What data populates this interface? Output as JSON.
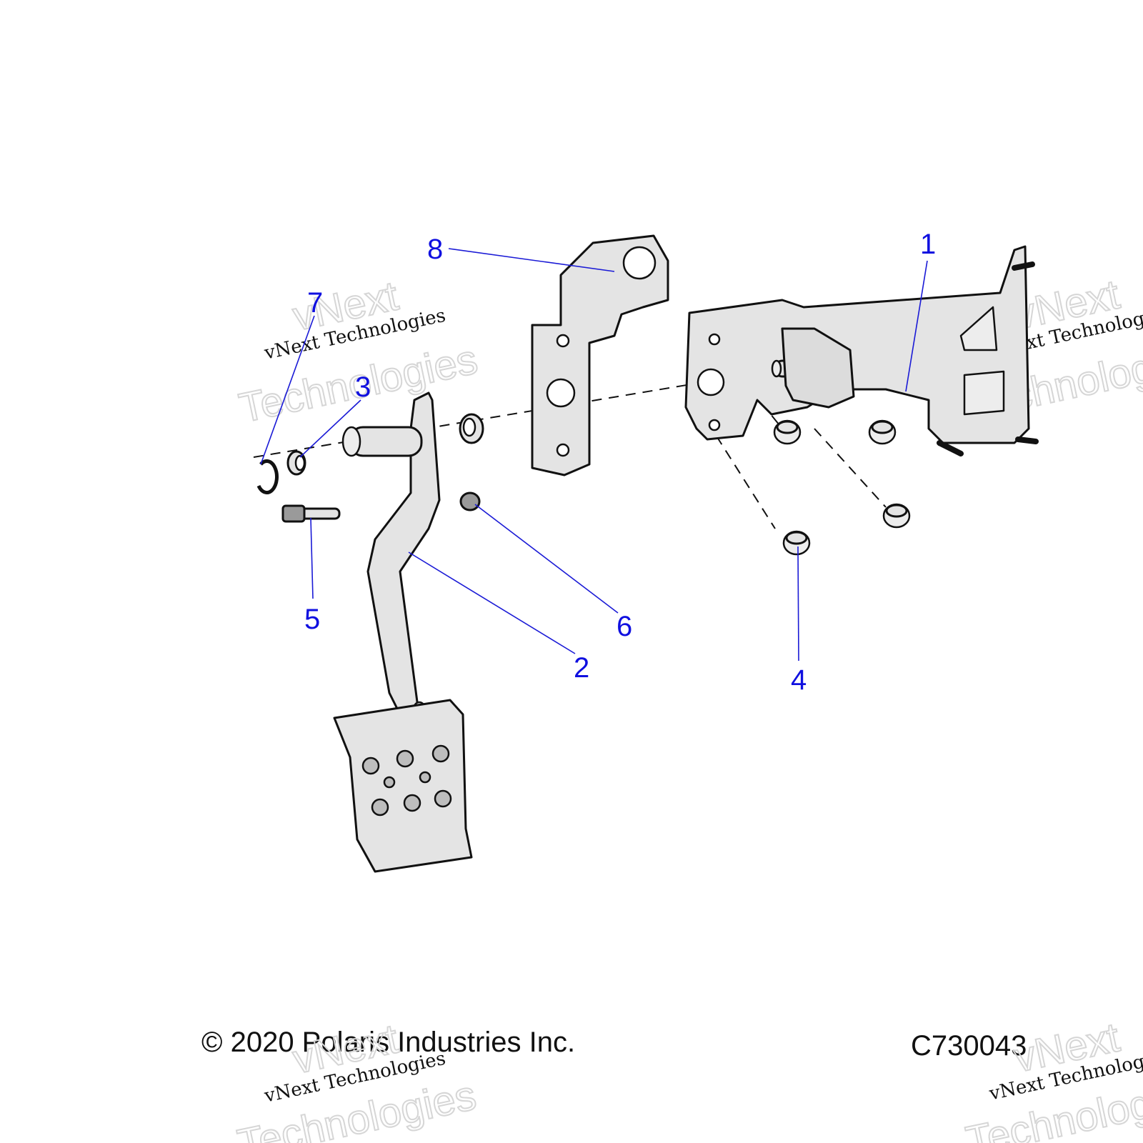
{
  "callouts": {
    "c1": "1",
    "c2": "2",
    "c3": "3",
    "c4": "4",
    "c5": "5",
    "c6": "6",
    "c7": "7",
    "c8": "8"
  },
  "footer": {
    "copyright": "© 2020 Polaris Industries Inc.",
    "figure_code": "C730043"
  },
  "watermark": {
    "line1": "vNext",
    "line2": "vNext Technologies",
    "line3": "Technologies"
  },
  "colors": {
    "callout": "#1010e0",
    "part_fill": "#e4e4e4",
    "outline": "#111111"
  }
}
